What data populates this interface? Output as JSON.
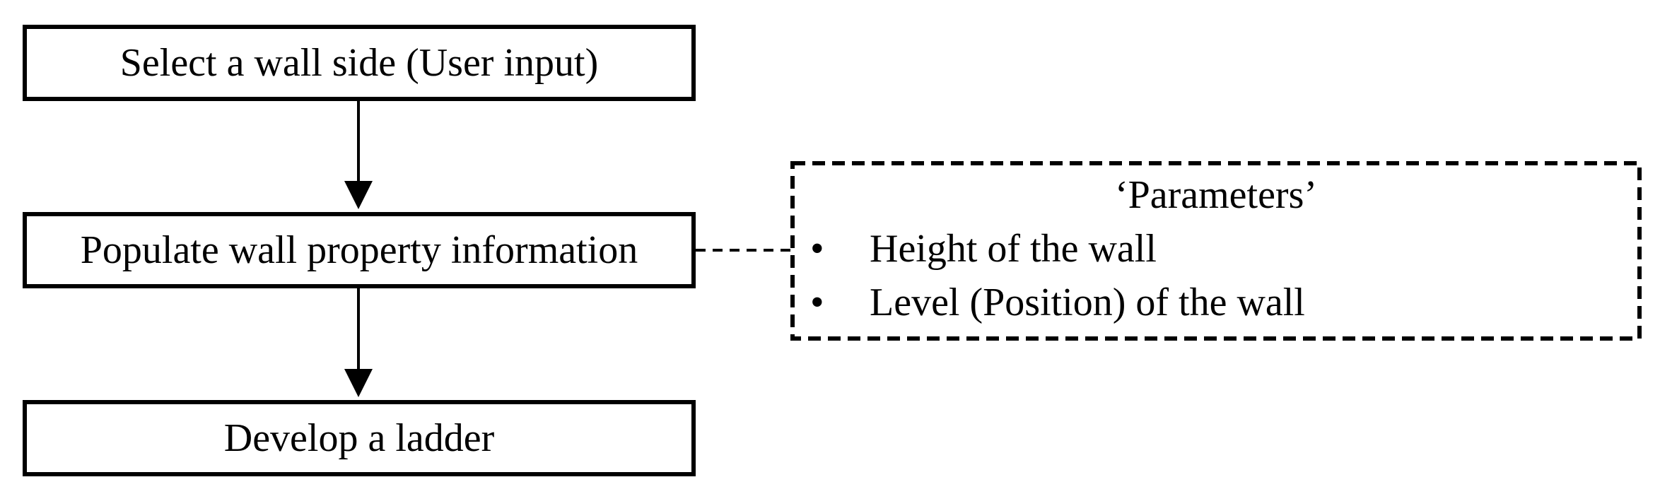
{
  "flowchart": {
    "steps": [
      {
        "label": "Select a wall side (User input)"
      },
      {
        "label": "Populate wall property information"
      },
      {
        "label": "Develop a ladder"
      }
    ]
  },
  "parameters": {
    "title": "‘Parameters’",
    "bullet": "•",
    "items": [
      {
        "label": "Height of the wall"
      },
      {
        "label": "Level (Position) of the wall"
      }
    ]
  }
}
